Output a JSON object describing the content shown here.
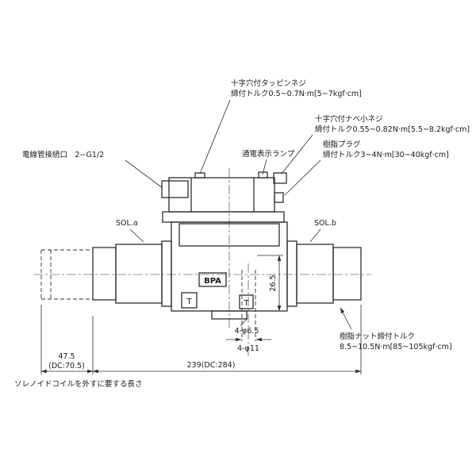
{
  "colors": {
    "background": "#ffffff",
    "line": "#2d2d2d",
    "text": "#1a1a1a"
  },
  "callouts": {
    "tapping_screw": {
      "name": "十字穴付タッピンネジ",
      "torque": "締付トルク0.5~0.7N·m[5~7kgf·cm]"
    },
    "pan_screw": {
      "name": "十字穴付ナベ小ネジ",
      "torque": "締付トルク0.55~0.82N·m[5.5~8.2kgf·cm]"
    },
    "resin_plug": {
      "name": "樹脂プラグ",
      "torque": "締付トルク3~4N·m[30~40kgf·cm]"
    },
    "lamp": {
      "name": "通電表示ランプ"
    },
    "conduit_port": {
      "name": "電線管接続口　2−G1/2"
    },
    "resin_nut": {
      "name": "樹脂ナット締付トルク",
      "torque": "8.5~10.5N·m[85~105kgf·cm]"
    },
    "sol_a": "SOL.a",
    "sol_b": "SOL.b",
    "coil_removal_note": "ソレノイドコイルを外すに要する長さ"
  },
  "body_labels": {
    "bpa": "BPA",
    "t_left": "T",
    "t_right": "T"
  },
  "dimensions": {
    "body_height": "26.5",
    "mount_hole": "4-φ6.5",
    "counterbore": "4-φ11",
    "coil_removal": "47.5",
    "coil_removal_dc": "(DC:70.5)",
    "overall_length": "239(DC:284)"
  }
}
